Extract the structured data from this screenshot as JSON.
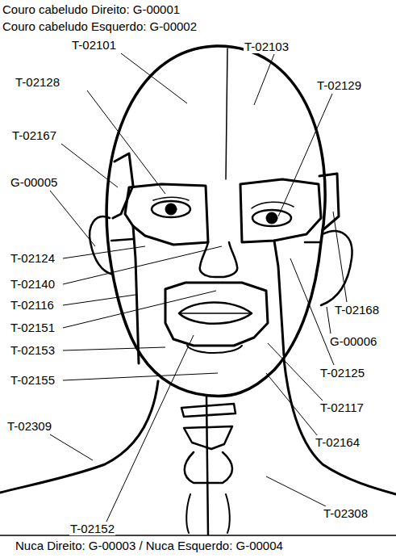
{
  "diagram": {
    "labels": [
      "Couro cabeludo Direito: G-00001",
      "Couro cabeludo Esquerdo: G-00002",
      "T-02101",
      "T-02103",
      "T-02128",
      "T-02129",
      "T-02167",
      "G-00005",
      "T-02124",
      "T-02140",
      "T-02116",
      "T-02168",
      "T-02151",
      "G-00006",
      "T-02153",
      "T-02125",
      "T-02155",
      "T-02117",
      "T-02309",
      "T-02164",
      "T-02152",
      "T-02308",
      "Nuca Direito: G-00003 / Nuca Esquerdo: G-00004"
    ]
  }
}
